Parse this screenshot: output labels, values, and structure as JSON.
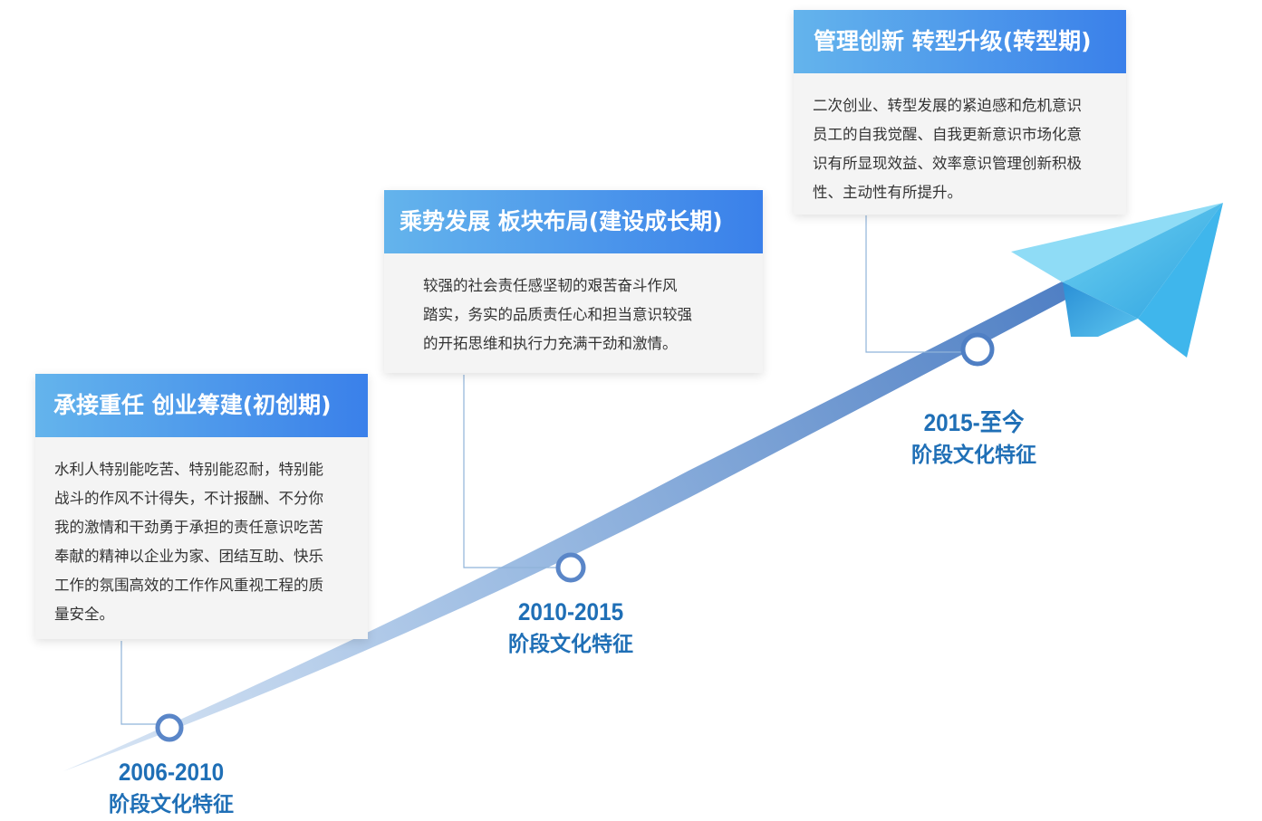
{
  "colors": {
    "accent": "#3a80ea",
    "header_light": "#64b4ec",
    "stage_text": "#1f6fb6",
    "ring": "#5a86c8",
    "plane": "#3fb6ec"
  },
  "stages": [
    {
      "title": "承接重任 创业筹建(初创期)",
      "body_lines": [
        "水利人特别能吃苦、特别能忍耐，特别能",
        "战斗的作风不计得失，不计报酬、不分你",
        "我的激情和干劲勇于承担的责任意识吃苦",
        "奉献的精神以企业为家、团结互助、快乐",
        "工作的氛围高效的工作作风重视工程的质",
        "量安全。"
      ],
      "period": "2006-2010",
      "label": "阶段文化特征"
    },
    {
      "title": "乘势发展 板块布局(建设成长期)",
      "body_lines": [
        "较强的社会责任感坚韧的艰苦奋斗作风",
        "踏实，务实的品质责任心和担当意识较强",
        "的开拓思维和执行力充满干劲和激情。"
      ],
      "period": "2010-2015",
      "label": "阶段文化特征"
    },
    {
      "title": "管理创新 转型升级(转型期)",
      "body_lines": [
        "二次创业、转型发展的紧迫感和危机意识",
        "员工的自我觉醒、自我更新意识市场化意",
        "识有所显现效益、效率意识管理创新积极",
        "性、主动性有所提升。"
      ],
      "period": "2015-至今",
      "label": "阶段文化特征"
    }
  ]
}
